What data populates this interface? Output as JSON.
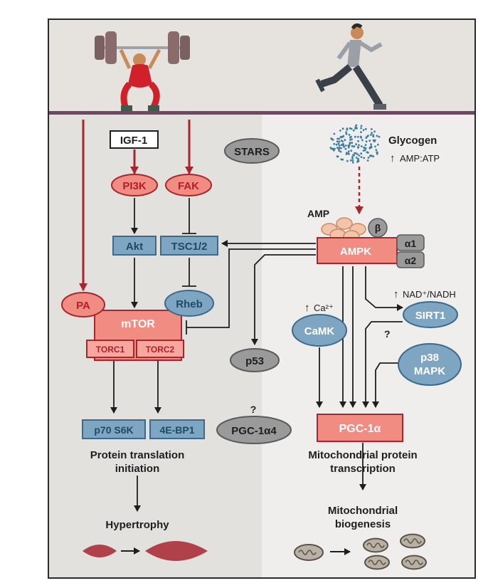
{
  "colors": {
    "red_fill": "#f08c82",
    "red_dark": "#a7252d",
    "blue_fill": "#7ea6c2",
    "blue_dark": "#3d6a8a",
    "grey_fill": "#9a9a9a",
    "bg_left": "#e4e2e0",
    "bg_right": "#f0efed",
    "divider": "#6a4a5e"
  },
  "nodes": {
    "igf1": "IGF-1",
    "pi3k": "PI3K",
    "fak": "FAK",
    "stars": "STARS",
    "akt": "Akt",
    "tsc": "TSC1/2",
    "pa": "PA",
    "rheb": "Rheb",
    "mtor": "mTOR",
    "torc1": "TORC1",
    "torc2": "TORC2",
    "p70": "p70 S6K",
    "ebp1": "4E-BP1",
    "glycogen": "Glycogen",
    "amp_atp": "AMP:ATP",
    "amp": "AMP",
    "beta": "β",
    "ampk": "AMPK",
    "alpha1": "α1",
    "alpha2": "α2",
    "nad": "NAD⁺/NADH",
    "ca": "Ca²⁺",
    "camk": "CaMK",
    "sirt1": "SIRT1",
    "p38_line1": "p38",
    "p38_line2": "MAPK",
    "p53": "p53",
    "pgc1a4": "PGC-1α4",
    "pgc1a": "PGC-1α",
    "question": "?"
  },
  "labels": {
    "protein_translation_1": "Protein translation",
    "protein_translation_2": "initiation",
    "hypertrophy": "Hypertrophy",
    "mito_transcription_1": "Mitochondrial protein",
    "mito_transcription_2": "transcription",
    "mito_biogenesis_1": "Mitochondrial",
    "mito_biogenesis_2": "biogenesis"
  }
}
